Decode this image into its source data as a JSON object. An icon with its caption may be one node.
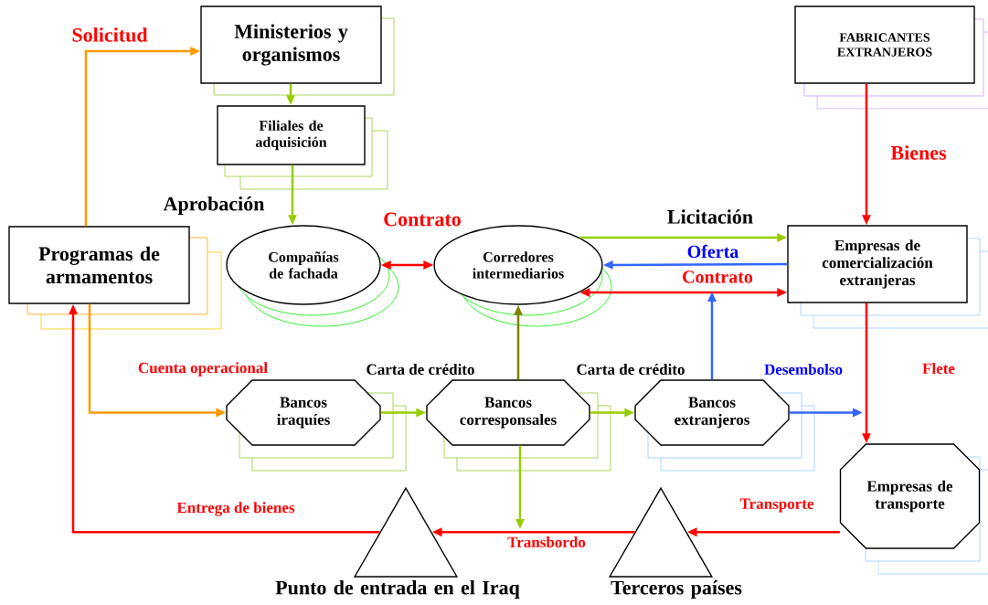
{
  "diagram": {
    "nodes": [
      {
        "text": [
          "Programas de armamentos"
        ]
      },
      {
        "text": [
          "Ministerios y organismos"
        ]
      },
      {
        "text": [
          "Filiales de adquisición"
        ]
      },
      {
        "text": [
          "Compañías de fachada"
        ]
      },
      {
        "text": [
          "Corredores intermediarios"
        ]
      },
      {
        "text": [
          "FABRICANTES EXTRANJEROS"
        ]
      },
      {
        "text": [
          "Empresas de comercialización extranjeras"
        ]
      },
      {
        "text": [
          "Bancos iraquíes"
        ]
      },
      {
        "text": [
          "Bancos corresponsales"
        ]
      },
      {
        "text": [
          "Bancos extranjeros"
        ]
      },
      {
        "text": [
          "Empresas de transporte"
        ]
      },
      {
        "text": [
          "Punto de entrada en el Iraq"
        ]
      },
      {
        "text": [
          "Terceros países"
        ]
      }
    ],
    "edges": [
      {
        "from": 0,
        "to": 1,
        "arrow": "to",
        "label": "Solicitud",
        "color": "#ff9900"
      },
      {
        "from": 1,
        "to": 2,
        "arrow": "to",
        "color": "#99cc00"
      },
      {
        "from": 2,
        "to": 3,
        "arrow": "to",
        "label": "Aprobación",
        "color": "#99cc00"
      },
      {
        "from": 3,
        "to": 4,
        "arrow": "both",
        "label": "Contrato",
        "color": "#ff0000"
      },
      {
        "from": 4,
        "to": 6,
        "arrow": "to",
        "label": "Licitación",
        "color": "#99cc00"
      },
      {
        "from": 6,
        "to": 4,
        "arrow": "to",
        "label": "Oferta",
        "color": "#3366ff"
      },
      {
        "from": 4,
        "to": 6,
        "arrow": "both",
        "label": "Contrato",
        "color": "#ff0000"
      },
      {
        "from": 5,
        "to": 6,
        "arrow": "to",
        "label": "Bienes",
        "color": "#ff0000"
      },
      {
        "from": 0,
        "to": 7,
        "arrow": "to",
        "label": "Cuenta operacional",
        "color": "#ff9900"
      },
      {
        "from": 7,
        "to": 8,
        "arrow": "to",
        "label": "Carta de crédito",
        "color": "#99cc00"
      },
      {
        "from": 8,
        "to": 9,
        "arrow": "to",
        "label": "Carta de crédito",
        "color": "#99cc00"
      },
      {
        "from": 8,
        "to": 4,
        "arrow": "to",
        "color": "#808000"
      },
      {
        "from": 9,
        "to": null,
        "arrow": "to",
        "color": "#3366ff"
      },
      {
        "from": 9,
        "to": null,
        "arrow": "to",
        "label": "Desembolso",
        "color": "#3366ff"
      },
      {
        "from": 6,
        "to": 10,
        "arrow": "to",
        "label": "Flete",
        "color": "#ff0000"
      },
      {
        "from": 10,
        "to": 12,
        "arrow": "to",
        "label": "Transporte",
        "color": "#ff0000"
      },
      {
        "from": 12,
        "to": 11,
        "arrow": "to",
        "label": "Transbordo",
        "color": "#ff0000"
      },
      {
        "from": 11,
        "to": 0,
        "arrow": "to",
        "label": "Entrega de bienes",
        "color": "#ff0000"
      },
      {
        "from": 8,
        "to": null,
        "arrow": "to",
        "color": "#99cc00"
      }
    ]
  }
}
